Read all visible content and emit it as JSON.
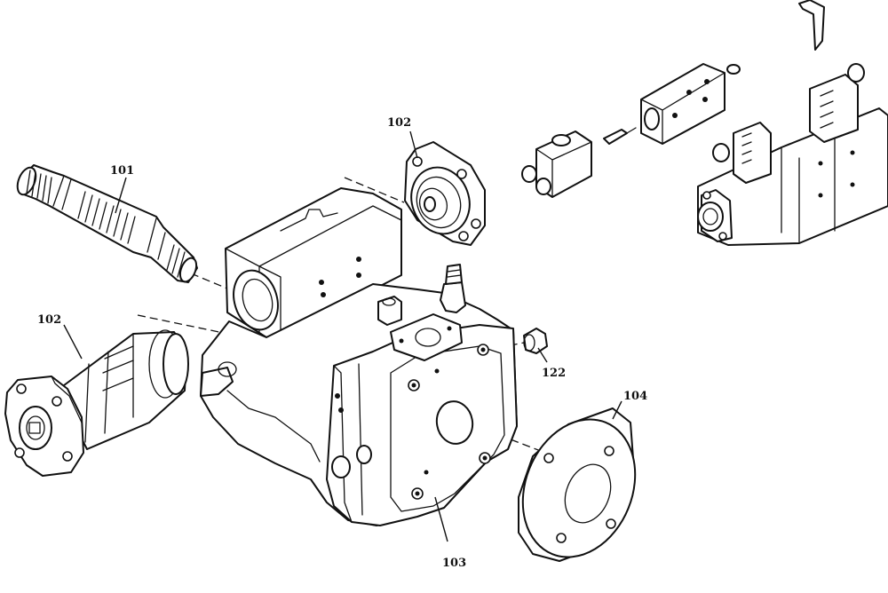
{
  "callouts": {
    "shaft": "101",
    "seal_flange_top": "102",
    "seal_flange_left": "102",
    "pump_housing": "103",
    "cover_plate": "104",
    "plug": "122"
  }
}
